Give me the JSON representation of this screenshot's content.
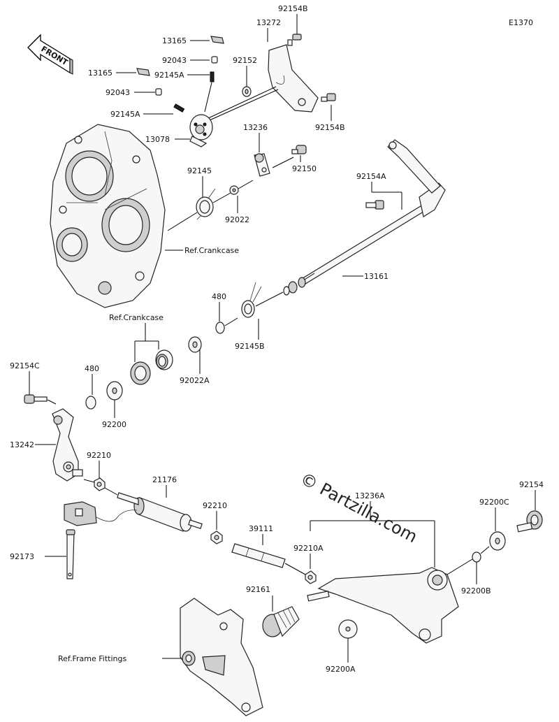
{
  "diagram_code": "E1370",
  "front_label": "FRONT",
  "watermark": "© Partzilla.com",
  "references": {
    "crankcase_1": "Ref.Crankcase",
    "crankcase_2": "Ref.Crankcase",
    "frame_fittings": "Ref.Frame Fittings"
  },
  "parts": {
    "p92154B_top": "92154B",
    "p13272": "13272",
    "p13165_a": "13165",
    "p92043_a": "92043",
    "p13165_b": "13165",
    "p92145A_a": "92145A",
    "p92152": "92152",
    "p92043_b": "92043",
    "p92145A_b": "92145A",
    "p13078": "13078",
    "p92154B_bot": "92154B",
    "p13236": "13236",
    "p92145": "92145",
    "p92150": "92150",
    "p92154A": "92154A",
    "p92022": "92022",
    "p13161": "13161",
    "p480_a": "480",
    "p92145B": "92145B",
    "p92022A": "92022A",
    "p92154C": "92154C",
    "p480_b": "480",
    "p92200": "92200",
    "p13242": "13242",
    "p92210_a": "92210",
    "p21176": "21176",
    "p13236A": "13236A",
    "p92154": "92154",
    "p92200C": "92200C",
    "p92210_b": "92210",
    "p39111": "39111",
    "p92210A": "92210A",
    "p92173": "92173",
    "p92200B": "92200B",
    "p92161": "92161",
    "p92200A": "92200A"
  }
}
